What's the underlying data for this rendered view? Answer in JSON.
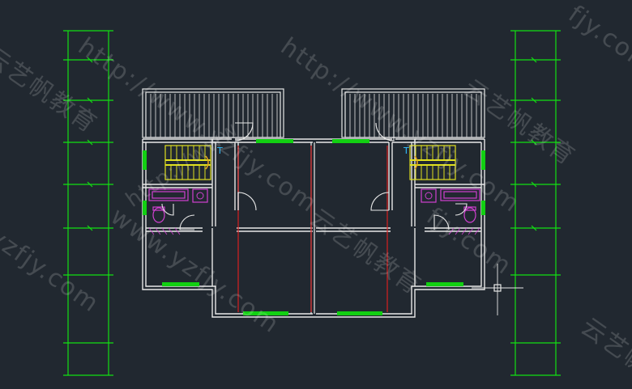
{
  "canvas": {
    "background": "#212830"
  },
  "colors": {
    "wall": "#e8e8e8",
    "dim": "#12e012",
    "window": "#12d012",
    "fixture": "#d040d0",
    "stair": "#e0e020",
    "door": "#e8e8e8",
    "axis": "#d82020",
    "marker": "#30c0ff",
    "cursor": "#e8e8e8",
    "watermark": "#ffffff"
  },
  "marker_symbol": "T",
  "watermarks": {
    "url": "http://www.yzfjy.com",
    "url_short": "www.yzfjy.com",
    "url_frag": "http://www",
    "brand": "云艺帆教育",
    "tail": "yzfjy.com",
    "tail2": "fjy.com",
    "brand_frag": "云艺帆"
  },
  "icons": [
    "crosshair-cursor-icon",
    "stair-up-arrow-icon",
    "section-marker-icon"
  ]
}
